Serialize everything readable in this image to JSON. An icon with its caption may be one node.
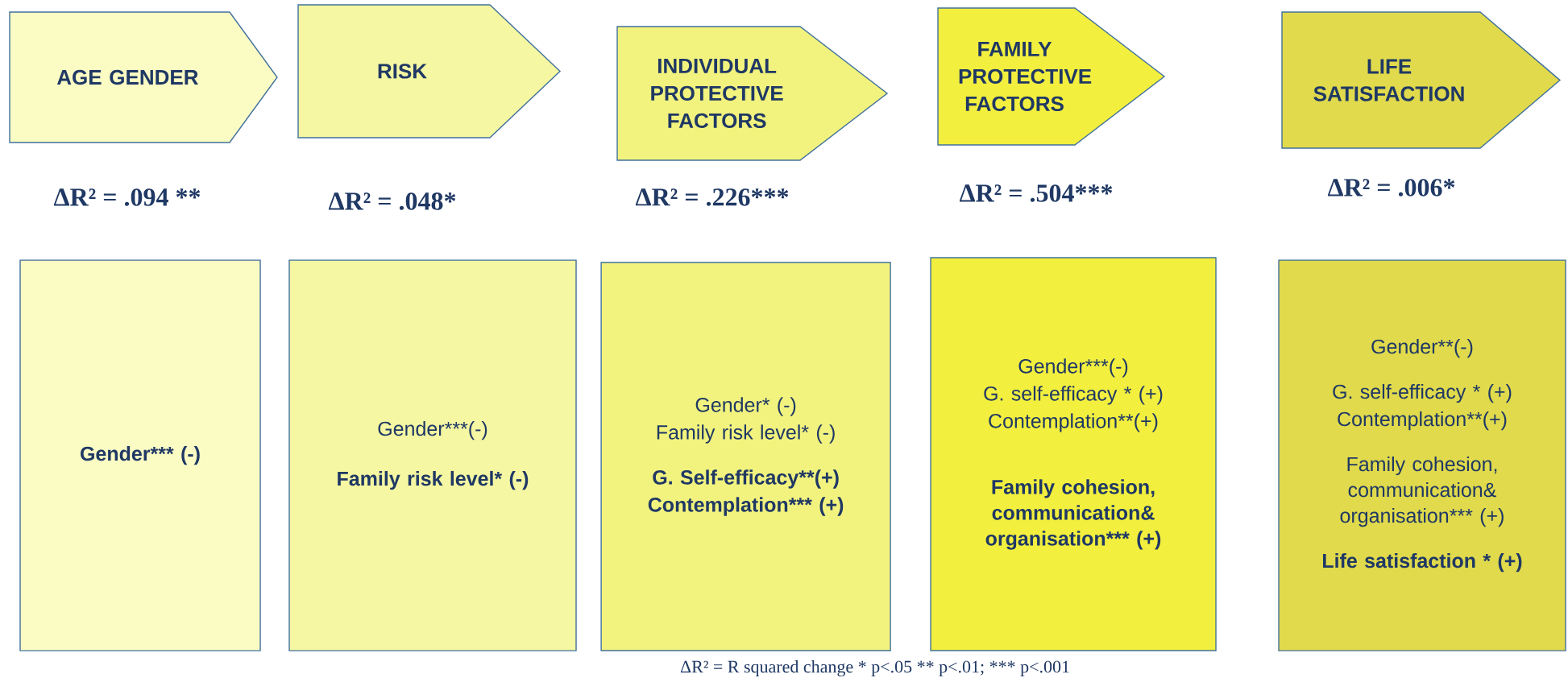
{
  "diagram": {
    "caption": "ΔR² = R squared change * p<.05 ** p<.01; *** p<.001",
    "nodes": [
      {
        "text": [
          "AGE GENDER"
        ]
      },
      {
        "text": [
          "RISK"
        ]
      },
      {
        "text": [
          "INDIVIDUAL PROTECTIVE FACTORS"
        ]
      },
      {
        "text": [
          "FAMILY PROTECTIVE FACTORS"
        ]
      },
      {
        "text": [
          "LIFE SATISFACTION"
        ]
      },
      {
        "text": [
          "Gender*** (-)"
        ]
      },
      {
        "text": [
          "Gender***(-)",
          "Family risk level* (-)"
        ]
      },
      {
        "text": [
          "Gender* (-)",
          "Family risk level* (-)",
          "G. Self-efficacy**(+)",
          "Contemplation*** (+)"
        ]
      },
      {
        "text": [
          "Gender***(-)",
          "G. self-efficacy * (+)",
          "Contemplation**(+)",
          "Family cohesion, communication& organisation*** (+)"
        ]
      },
      {
        "text": [
          "Gender**(-)",
          "G. self-efficacy * (+)",
          "Contemplation**(+)",
          "Family cohesion, communication& organisation*** (+)",
          "Life satisfaction * (+)"
        ]
      }
    ],
    "labels": [
      "ΔR² = .094 **",
      "ΔR² = .048*",
      "ΔR² = .226***",
      "ΔR² = .504***",
      "ΔR² = .006*"
    ]
  }
}
